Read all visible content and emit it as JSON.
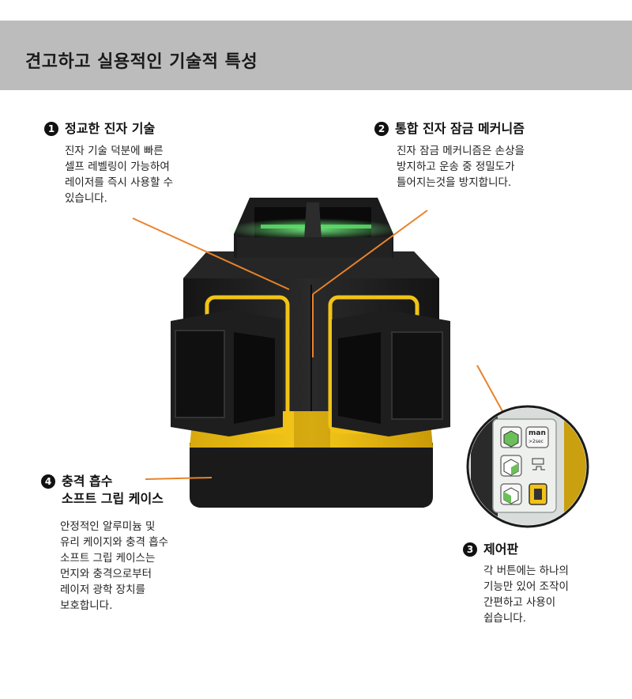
{
  "header": {
    "title": "견고하고 실용적인 기술적 특성"
  },
  "features": [
    {
      "number": "1",
      "title_lines": [
        "정교한 진자 기술"
      ],
      "desc_lines": [
        "진자 기술 덕분에 빠른",
        "셀프 레벨링이 가능하여",
        "레이저를 즉시 사용할 수",
        "있습니다."
      ]
    },
    {
      "number": "2",
      "title_lines": [
        "통합 진자 잠금 메커니즘"
      ],
      "desc_lines": [
        "진자 잠금 메커니즘은 손상을",
        "방지하고 운송 중 정밀도가",
        "틀어지는것을 방지합니다."
      ]
    },
    {
      "number": "3",
      "title_lines": [
        "제어판"
      ],
      "desc_lines": [
        "각 버튼에는 하나의",
        "기능만 있어 조작이",
        "간편하고 사용이",
        "쉽습니다."
      ]
    },
    {
      "number": "4",
      "title_lines": [
        "충격 흡수",
        "소프트 그립 케이스"
      ],
      "desc_lines": [
        "안정적인 알루미늄 및",
        "유리 케이지와 충격 흡수",
        "소프트 그립 케이스는",
        "먼지와 충격으로부터",
        "레이저 광학 장치를",
        "보호합니다."
      ]
    }
  ],
  "control_panel": {
    "man_label": "man",
    "timer_label": ">2sec"
  },
  "colors": {
    "callout_line": "#e8832a",
    "body_black": "#1c1c1c",
    "accent_yellow": "#f2c316",
    "laser_green": "#5be06a",
    "header_band": "#bcbcbc"
  }
}
